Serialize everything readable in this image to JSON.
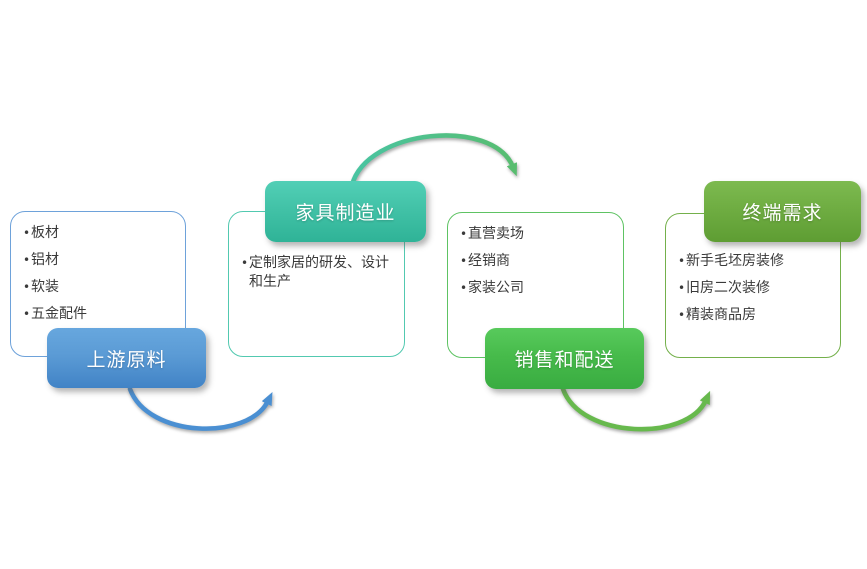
{
  "ui": {
    "bullet_char": "•"
  },
  "diagram": {
    "stages": [
      {
        "id": "upstream-materials",
        "label": "上游原料",
        "label_position": "bottom",
        "items": [
          "板材",
          "铝材",
          "软装",
          "五金配件"
        ],
        "accent_top": "#67a7de",
        "accent_bottom": "#4183c6",
        "border_color": "#6ea2da"
      },
      {
        "id": "furniture-manufacturing",
        "label": "家具制造业",
        "label_position": "top",
        "items": [
          "定制家居的研发、设计和生产"
        ],
        "accent_top": "#52cfb6",
        "accent_bottom": "#2fb397",
        "border_color": "#52c9b0"
      },
      {
        "id": "sales-distribution",
        "label": "销售和配送",
        "label_position": "bottom",
        "items": [
          "直营卖场",
          "经销商",
          "家装公司"
        ],
        "accent_top": "#58ca5c",
        "accent_bottom": "#39ac41",
        "border_color": "#5ec363"
      },
      {
        "id": "end-demand",
        "label": "终端需求",
        "label_position": "top",
        "items": [
          "新手毛坯房装修",
          "旧房二次装修",
          "精装商品房"
        ],
        "accent_top": "#7dba50",
        "accent_bottom": "#5e9d33",
        "border_color": "#74b04b"
      }
    ],
    "arrows": [
      {
        "name": "upstream-to-manufacturing",
        "shape": "downward-arc",
        "color": "#4a8fd2"
      },
      {
        "name": "manufacturing-to-sales",
        "shape": "upward-arc",
        "color_start": "#49c4a2",
        "color_end": "#58bd6f"
      },
      {
        "name": "sales-to-demand",
        "shape": "downward-arc",
        "color": "#67b94d"
      }
    ],
    "text_colors": {
      "label_text": "#ffffff",
      "item_text": "#3a3a3a"
    }
  }
}
